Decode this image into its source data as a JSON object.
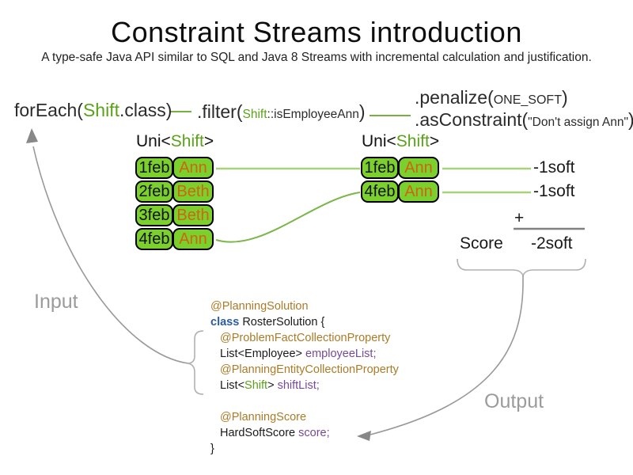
{
  "page": {
    "title": "Constraint Streams introduction",
    "subtitle": "A type-safe Java API similar to SQL and Java 8 Streams with incremental calculation and justification."
  },
  "flow": {
    "foreach": {
      "pre": "forEach(",
      "cls": "Shift",
      "post": ".class)"
    },
    "filter": {
      "pre": ".filter(",
      "arg_cls": "Shift",
      "arg_rest": "::isEmployeeAnn",
      "post": ")"
    },
    "penalize": {
      "pre": ".penalize(",
      "arg": "ONE_SOFT",
      "post": ")"
    },
    "asconstraint": {
      "pre": ".asConstraint(",
      "arg": "\"Don't assign Ann\"",
      "post": ")"
    }
  },
  "left_table": {
    "header": {
      "pre": "Uni<",
      "type": "Shift",
      "post": ">"
    },
    "rows": [
      {
        "date": "1feb",
        "name": "Ann"
      },
      {
        "date": "2feb",
        "name": "Beth"
      },
      {
        "date": "3feb",
        "name": "Beth"
      },
      {
        "date": "4feb",
        "name": "Ann"
      }
    ]
  },
  "right_table": {
    "header": {
      "pre": "Uni<",
      "type": "Shift",
      "post": ">"
    },
    "rows": [
      {
        "date": "1feb",
        "name": "Ann"
      },
      {
        "date": "4feb",
        "name": "Ann"
      }
    ]
  },
  "scores": {
    "penalty_1": "-1soft",
    "penalty_2": "-1soft",
    "plus": "+",
    "score_label": "Score",
    "total": "-2soft"
  },
  "labels": {
    "input": "Input",
    "output": "Output"
  },
  "code": {
    "line1": "@PlanningSolution",
    "line2_kw": "class",
    "line2_rest": " RosterSolution {",
    "line3": "@ProblemFactCollectionProperty",
    "line4_a": "List<Employee> ",
    "line4_b": "employeeList;",
    "line5": "@PlanningEntityCollectionProperty",
    "line6_a": "List<",
    "line6_b": "Shift",
    "line6_c": "> ",
    "line6_d": "shiftList;",
    "line8": "@PlanningScore",
    "line9_a": "HardSoftScore ",
    "line9_b": "score;",
    "line10": "}"
  },
  "colors": {
    "type_green_text": "#5aa219",
    "cell_green_fill": "#7cd02e",
    "cell_border": "#000000",
    "name_orange": "#cc6611",
    "annotation_gold": "#ab7b26",
    "keyword_blue": "#2a5ca8",
    "variable_purple": "#76499a",
    "connector_green_light": "#a8d37a",
    "connector_green_medium": "#76b041",
    "sum_line_gray": "#808080",
    "brace_gray": "#b0b0b0",
    "arrow_gray": "#888888",
    "label_gray": "#9b9b9b"
  }
}
